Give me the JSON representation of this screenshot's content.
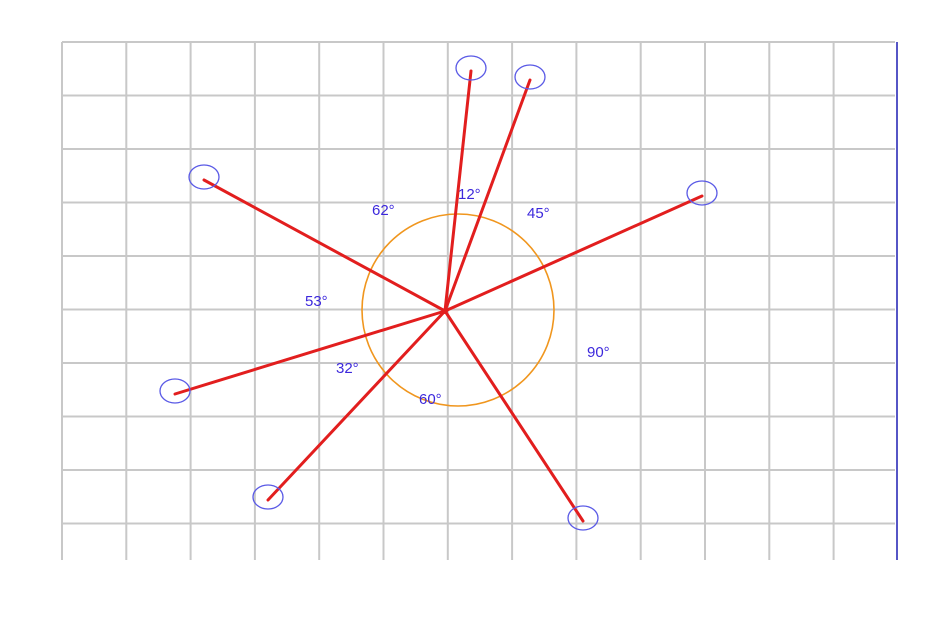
{
  "colors": {
    "grid": "#c8c8c8",
    "ray": "#e21e1e",
    "handle": "#5a5ae6",
    "label": "#3c28dc",
    "protractor": "#f0961e",
    "border": "#1e1eb4"
  },
  "center": {
    "name": "center-point"
  },
  "rays": [
    {
      "name": "ray-top-left"
    },
    {
      "name": "ray-top"
    },
    {
      "name": "ray-top-right-steep"
    },
    {
      "name": "ray-right"
    },
    {
      "name": "ray-bottom-right"
    },
    {
      "name": "ray-bottom-left"
    },
    {
      "name": "ray-left"
    }
  ],
  "angle_labels": [
    {
      "name": "angle-label-62",
      "text": "62°"
    },
    {
      "name": "angle-label-12",
      "text": "12°"
    },
    {
      "name": "angle-label-45",
      "text": "45°"
    },
    {
      "name": "angle-label-53",
      "text": "53°"
    },
    {
      "name": "angle-label-90",
      "text": "90°"
    },
    {
      "name": "angle-label-32",
      "text": "32°"
    },
    {
      "name": "angle-label-60",
      "text": "60°"
    }
  ]
}
